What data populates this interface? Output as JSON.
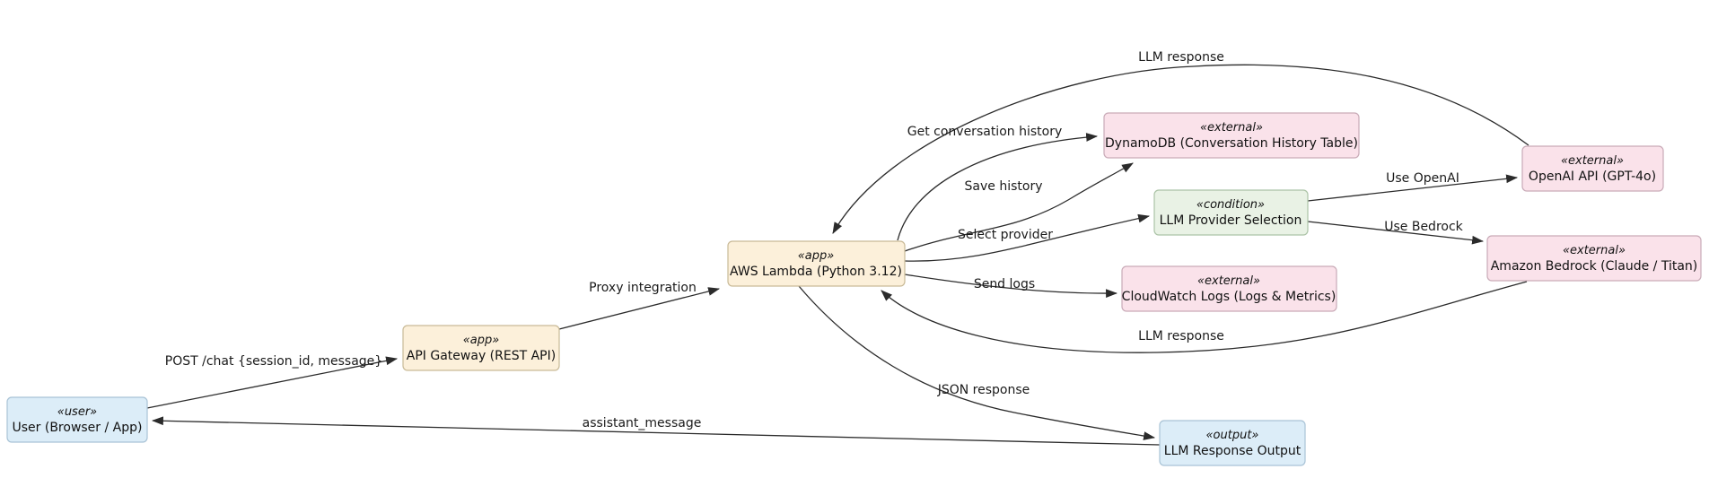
{
  "colors": {
    "background": "#ffffff",
    "edge": "#2b2b2b",
    "text": "#111111",
    "user_fill": "#dcedf8",
    "user_border": "#a9c3d6",
    "app_fill": "#fcf0da",
    "app_border": "#c9ba97",
    "external_fill": "#fae2ea",
    "external_border": "#c9abb8",
    "condition_fill": "#e9f2e5",
    "condition_border": "#abc3a6"
  },
  "nodes": [
    {
      "id": "user",
      "stereotype": "«user»",
      "label": "User (Browser / App)"
    },
    {
      "id": "api-gateway",
      "stereotype": "«app»",
      "label": "API Gateway (REST API)"
    },
    {
      "id": "lambda",
      "stereotype": "«app»",
      "label": "AWS Lambda (Python 3.12)"
    },
    {
      "id": "dynamodb",
      "stereotype": "«external»",
      "label": "DynamoDB (Conversation History Table)"
    },
    {
      "id": "provider-selection",
      "stereotype": "«condition»",
      "label": "LLM Provider Selection"
    },
    {
      "id": "openai",
      "stereotype": "«external»",
      "label": "OpenAI API (GPT-4o)"
    },
    {
      "id": "bedrock",
      "stereotype": "«external»",
      "label": "Amazon Bedrock (Claude / Titan)"
    },
    {
      "id": "cloudwatch",
      "stereotype": "«external»",
      "label": "CloudWatch Logs (Logs & Metrics)"
    },
    {
      "id": "output",
      "stereotype": "«output»",
      "label": "LLM Response Output"
    }
  ],
  "edges": [
    {
      "from": "user",
      "to": "api-gateway",
      "label": "POST /chat {session_id, message}"
    },
    {
      "from": "api-gateway",
      "to": "lambda",
      "label": "Proxy integration"
    },
    {
      "from": "lambda",
      "to": "dynamodb",
      "label": "Get conversation history"
    },
    {
      "from": "lambda",
      "to": "dynamodb",
      "label": "Save history"
    },
    {
      "from": "openai",
      "to": "lambda",
      "label": "LLM response"
    },
    {
      "from": "lambda",
      "to": "provider-selection",
      "label": "Select provider"
    },
    {
      "from": "provider-selection",
      "to": "openai",
      "label": "Use OpenAI"
    },
    {
      "from": "provider-selection",
      "to": "bedrock",
      "label": "Use Bedrock"
    },
    {
      "from": "bedrock",
      "to": "lambda",
      "label": "LLM response"
    },
    {
      "from": "lambda",
      "to": "cloudwatch",
      "label": "Send logs"
    },
    {
      "from": "lambda",
      "to": "output",
      "label": "JSON response"
    },
    {
      "from": "output",
      "to": "user",
      "label": "assistant_message"
    }
  ]
}
